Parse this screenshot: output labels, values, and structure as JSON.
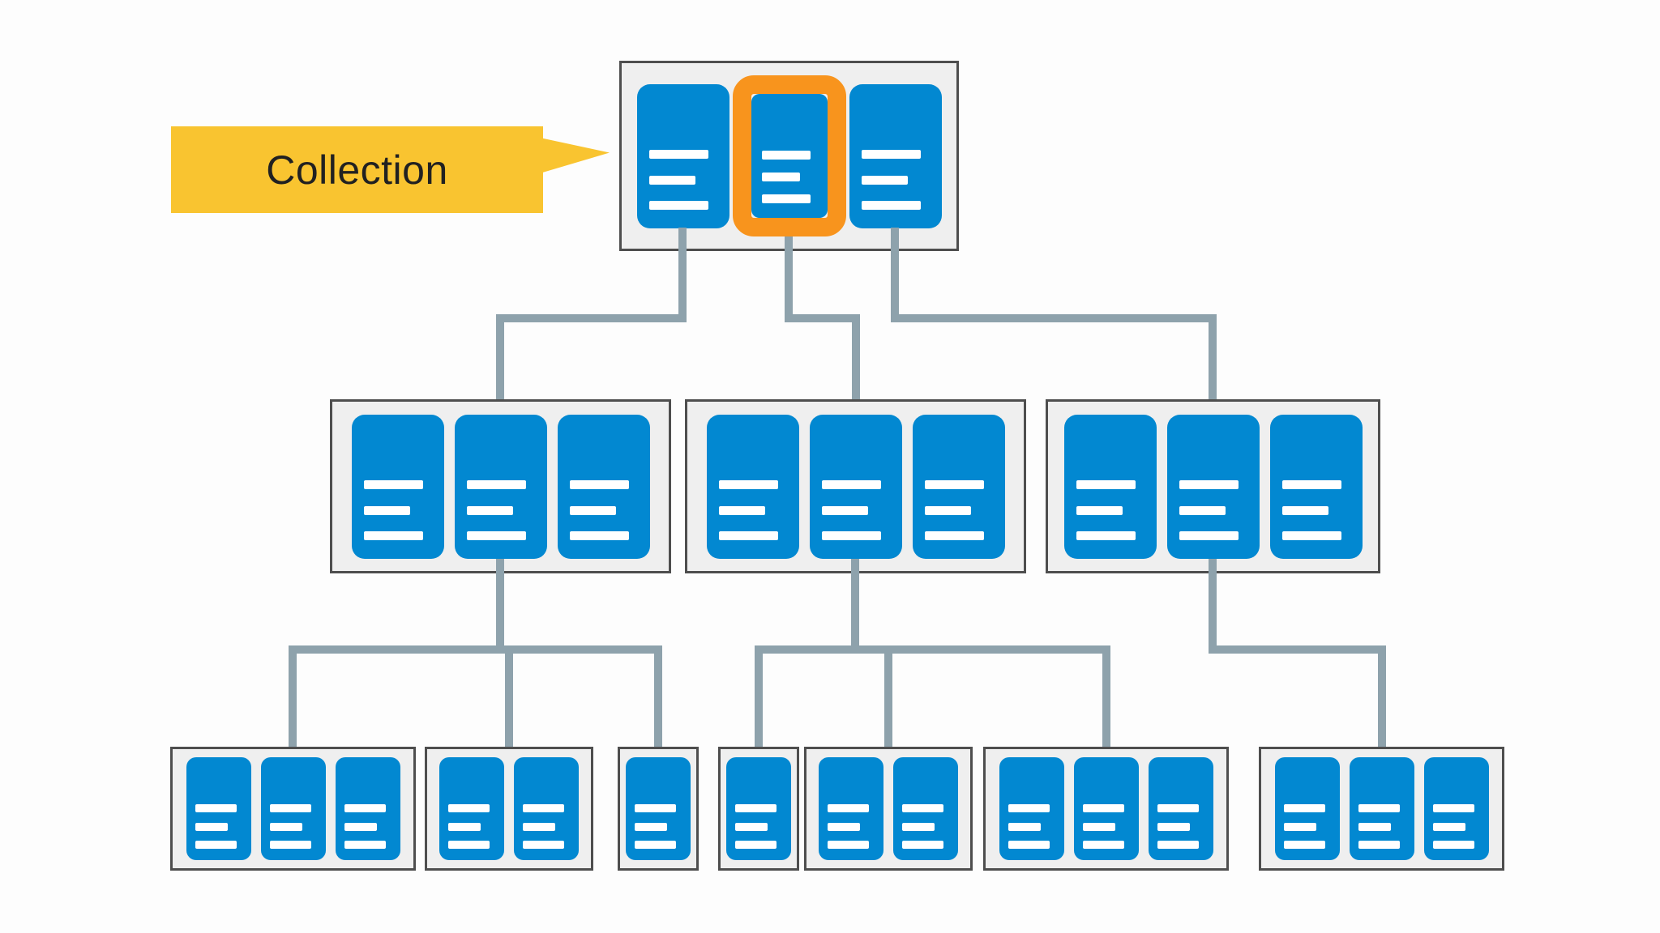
{
  "callout": {
    "label": "Collection"
  },
  "colors": {
    "document_blue": "#0288d1",
    "highlight_orange": "#f8941d",
    "callout_yellow": "#f9c430",
    "connector_gray": "#8ea2ac",
    "group_bg": "#efefef",
    "group_border": "#4e4e4e",
    "line_white": "#ffffff",
    "label_text": "#212121",
    "canvas_bg": "#fdfdfd"
  },
  "diagram": {
    "levels": [
      {
        "name": "root-collection",
        "groups": [
          {
            "cards": 3,
            "highlighted_card": 2
          }
        ]
      },
      {
        "name": "subcollections",
        "groups": [
          {
            "cards": 3
          },
          {
            "cards": 3
          },
          {
            "cards": 3
          }
        ]
      },
      {
        "name": "nested-subcollections",
        "groups": [
          {
            "cards": 3
          },
          {
            "cards": 2
          },
          {
            "cards": 1
          },
          {
            "cards": 1
          },
          {
            "cards": 2
          },
          {
            "cards": 3
          },
          {
            "cards": 3
          }
        ]
      }
    ]
  }
}
